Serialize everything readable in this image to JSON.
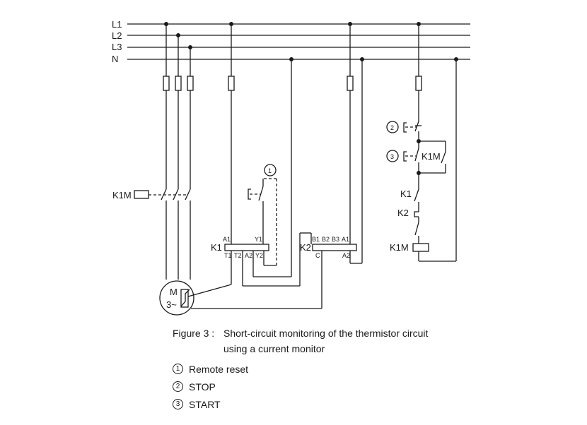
{
  "lines": {
    "l1": "L1",
    "l2": "L2",
    "l3": "L3",
    "n": "N"
  },
  "components": {
    "motor_contactor": "K1M",
    "monitor_k1": "K1",
    "monitor_k2": "K2",
    "motor_m": "M",
    "motor_phase": "3~",
    "contact_k1": "K1",
    "contact_k2": "K2",
    "contact_k1m": "K1M",
    "coil_k1m": "K1M",
    "reset_marker": "1",
    "stop_marker": "2",
    "start_marker": "3"
  },
  "terminals": {
    "k1_a1": "A1",
    "k1_y1": "Y1",
    "k1_t1": "T1",
    "k1_t2": "T2",
    "k1_a2": "A2",
    "k1_y2": "Y2",
    "k2_b1": "B1",
    "k2_b2": "B2",
    "k2_b3": "B3",
    "k2_a1": "A1",
    "k2_c": "C",
    "k2_a2": "A2"
  },
  "caption": {
    "number": "Figure 3 :",
    "line1": "Short-circuit monitoring of the thermistor circuit",
    "line2": "using a current monitor"
  },
  "legend": [
    {
      "marker": "1",
      "label": "Remote reset"
    },
    {
      "marker": "2",
      "label": "STOP"
    },
    {
      "marker": "3",
      "label": "START"
    }
  ]
}
